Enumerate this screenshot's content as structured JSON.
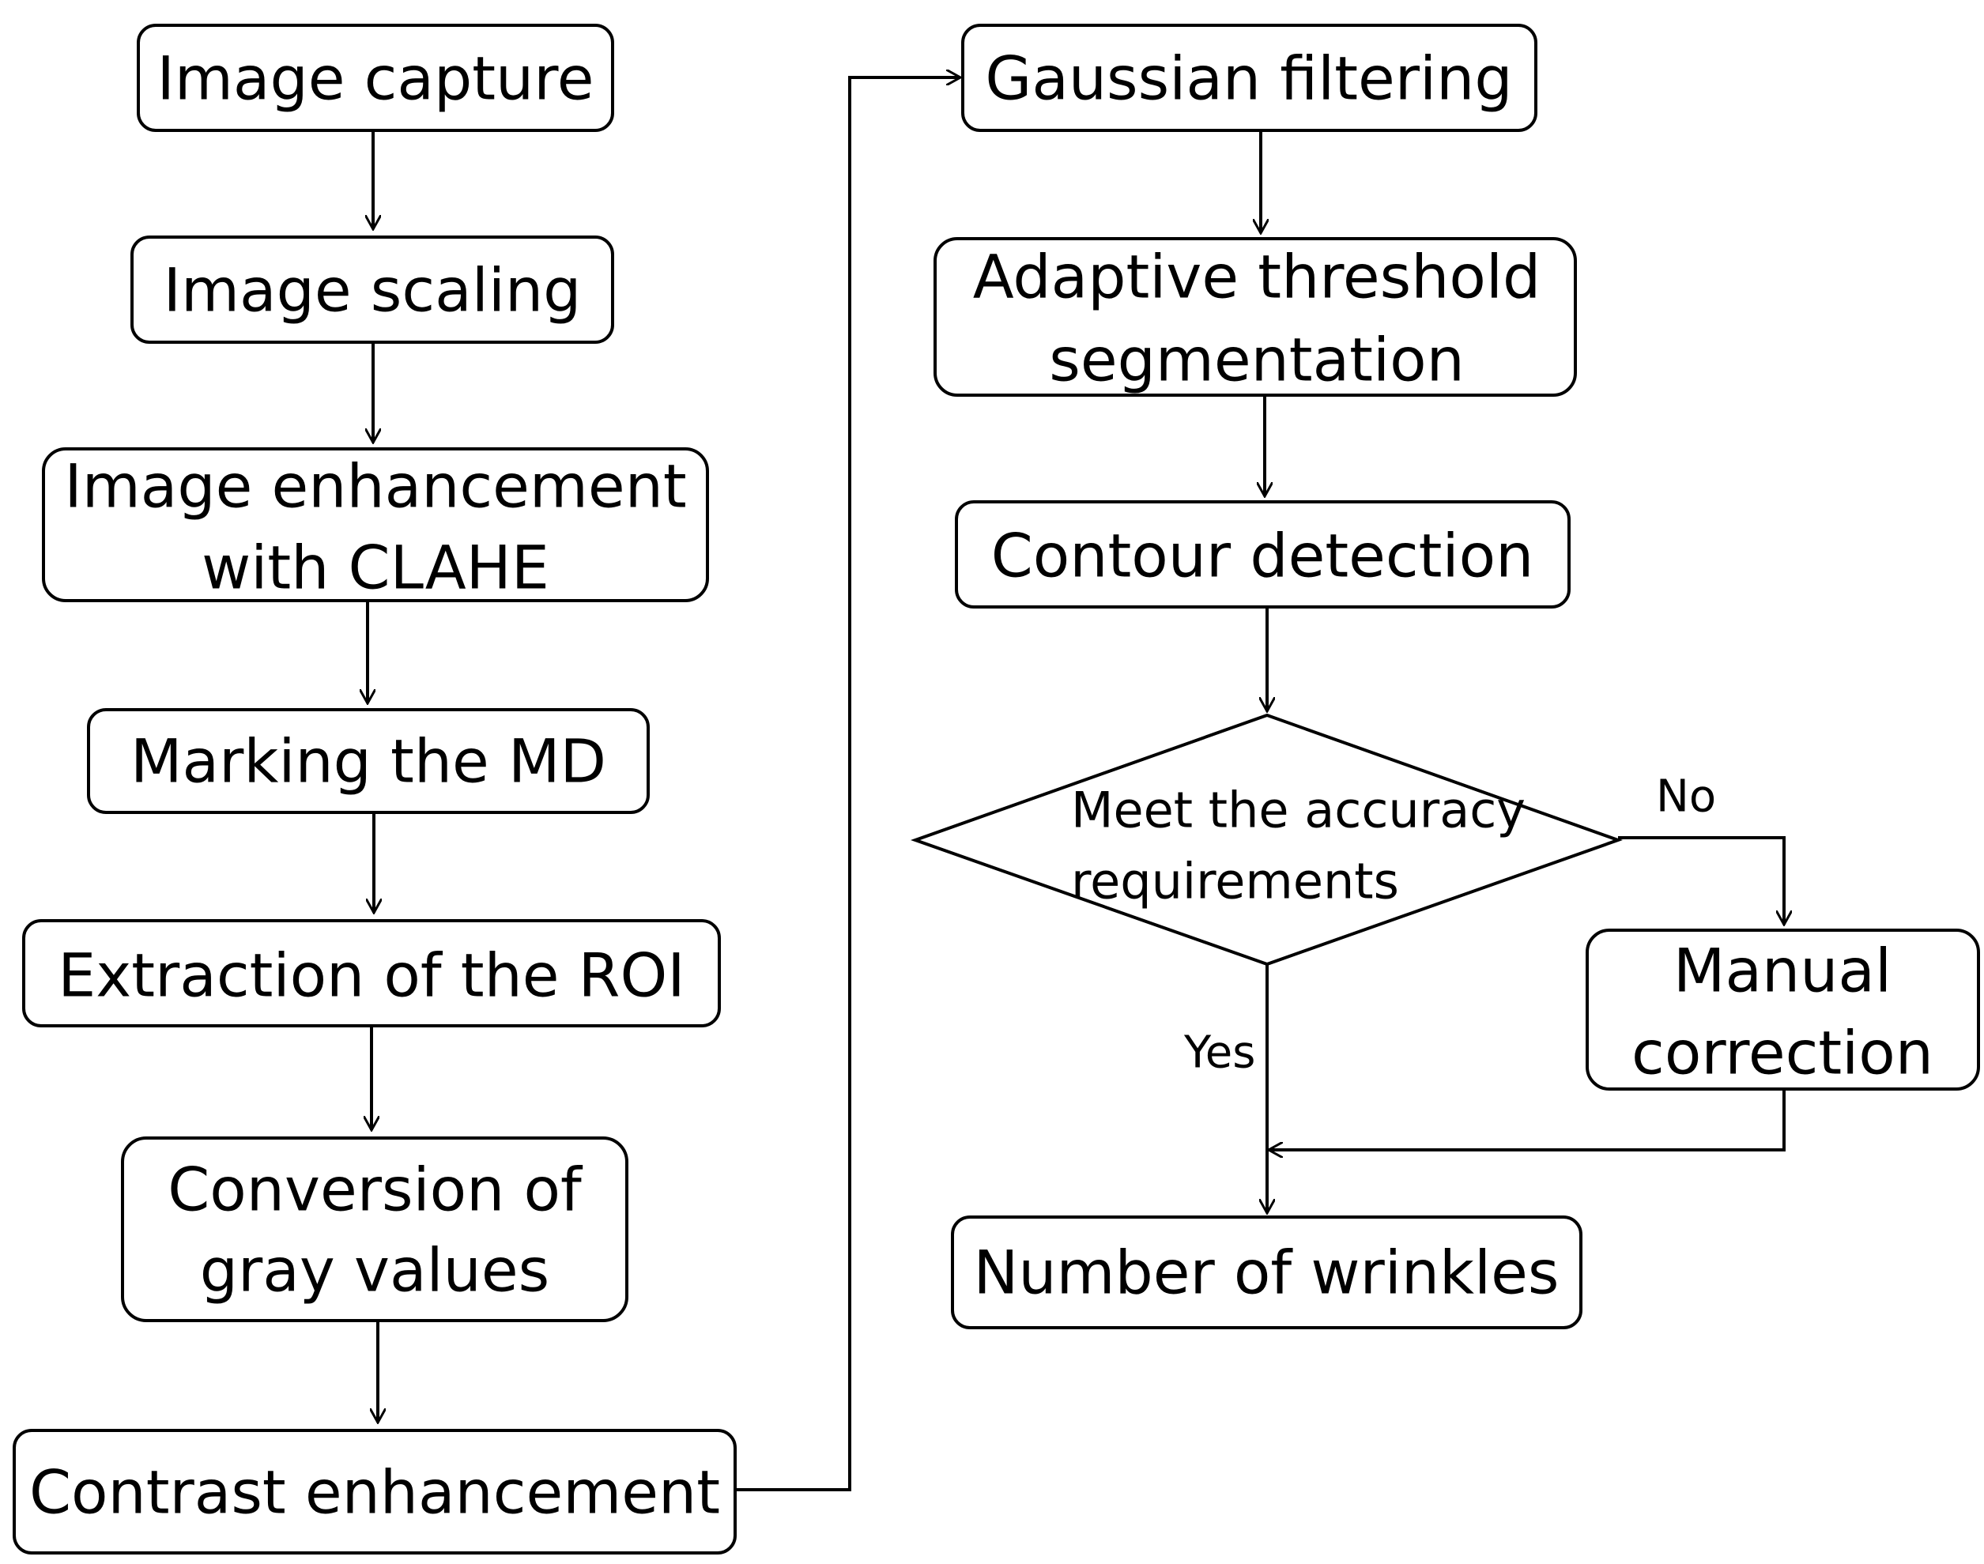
{
  "flowchart": {
    "left_column": [
      {
        "id": "image_capture",
        "lines": [
          "Image capture"
        ]
      },
      {
        "id": "image_scaling",
        "lines": [
          "Image scaling"
        ]
      },
      {
        "id": "image_enhancement",
        "lines": [
          "Image enhancement",
          "with CLAHE"
        ]
      },
      {
        "id": "marking_md",
        "lines": [
          "Marking the MD"
        ]
      },
      {
        "id": "extraction_roi",
        "lines": [
          "Extraction of the ROI"
        ]
      },
      {
        "id": "conversion_gray",
        "lines": [
          "Conversion of",
          "gray values"
        ]
      },
      {
        "id": "contrast_enhancement",
        "lines": [
          "Contrast enhancement"
        ]
      }
    ],
    "right_column": [
      {
        "id": "gaussian_filtering",
        "lines": [
          "Gaussian filtering"
        ]
      },
      {
        "id": "adaptive_threshold",
        "lines": [
          "Adaptive threshold",
          "segmentation"
        ]
      },
      {
        "id": "contour_detection",
        "lines": [
          "Contour detection"
        ]
      }
    ],
    "decision": {
      "id": "accuracy_check",
      "lines": [
        "Meet the accuracy",
        "requirements"
      ]
    },
    "manual_correction": {
      "id": "manual_correction",
      "lines": [
        "Manual",
        "correction"
      ]
    },
    "result": {
      "id": "number_of_wrinkles",
      "lines": [
        "Number of wrinkles"
      ]
    },
    "branch_labels": {
      "no": "No",
      "yes": "Yes"
    }
  }
}
